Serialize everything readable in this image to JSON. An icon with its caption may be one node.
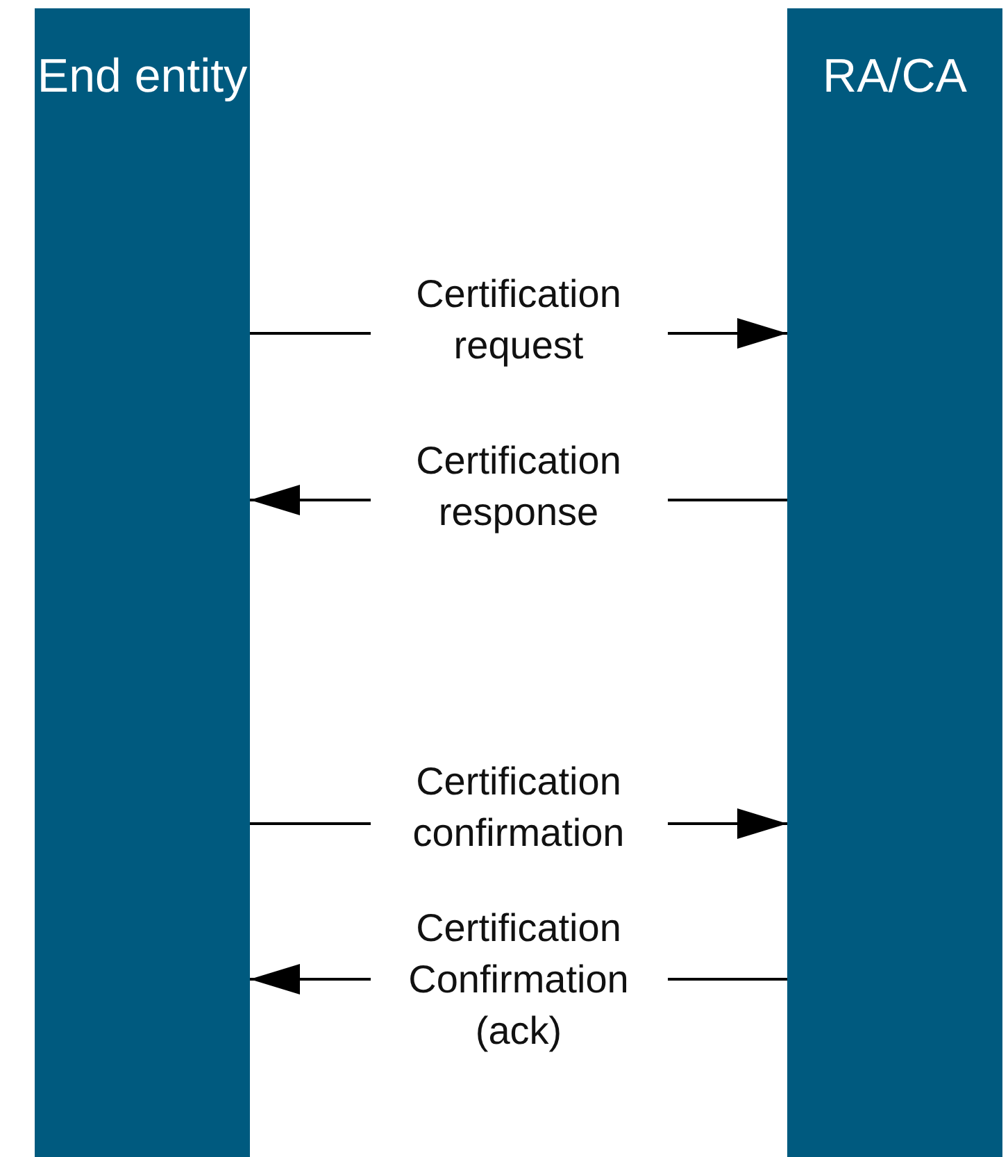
{
  "diagram": {
    "nodes": [
      {
        "text": [
          "End entity"
        ]
      },
      {
        "text": [
          "RA/CA"
        ]
      }
    ],
    "edges": [
      {
        "from": 0,
        "to": 1,
        "arrow": "to",
        "label": "Certification request"
      },
      {
        "from": 1,
        "to": 0,
        "arrow": "to",
        "label": "Certification response"
      },
      {
        "from": 0,
        "to": 1,
        "arrow": "to",
        "label": "Certification confirmation"
      },
      {
        "from": 1,
        "to": 0,
        "arrow": "to",
        "label": "Certification Confirmation (ack)"
      }
    ]
  }
}
